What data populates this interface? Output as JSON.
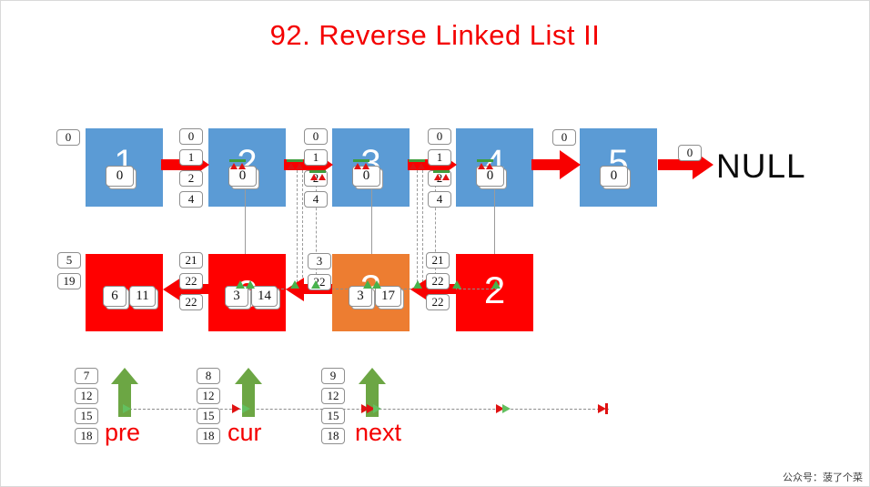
{
  "title": "92. Reverse Linked List II",
  "watermark": "公众号：菠了个菜",
  "colors": {
    "node_blue": "#5B9BD5",
    "box_red": "#FF0000",
    "box_orange": "#ED7D31",
    "arrow_red": "#F80000",
    "pointer_green": "#6CA644",
    "title_red": "#F40000"
  },
  "top_row": {
    "null_label": "NULL",
    "nodes": [
      {
        "value": "1",
        "pointer_box": "0"
      },
      {
        "value": "2",
        "pointer_box": "0"
      },
      {
        "value": "3",
        "pointer_box": "0"
      },
      {
        "value": "4",
        "pointer_box": "0"
      },
      {
        "value": "5",
        "pointer_box": "0"
      }
    ],
    "anim_stacks": [
      [
        "0"
      ],
      [
        "0",
        "1",
        "2",
        "4"
      ],
      [
        "0",
        "1",
        "2",
        "4"
      ],
      [
        "0",
        "1",
        "2",
        "4"
      ],
      [
        "0"
      ],
      [
        "0"
      ]
    ]
  },
  "middle_row": {
    "boxes": [
      {
        "value": "",
        "color": "#FF0000",
        "inner": [
          "6",
          "11"
        ]
      },
      {
        "value": "3",
        "color": "#FF0000",
        "inner": [
          "3",
          "14"
        ]
      },
      {
        "value": "3",
        "color": "#ED7D31",
        "inner": [
          "3",
          "17"
        ]
      },
      {
        "value": "2",
        "color": "#FF0000",
        "inner": []
      }
    ],
    "anim_stacks": [
      [
        "5",
        "19"
      ],
      [
        "21",
        "22",
        "22"
      ],
      [
        "3",
        "22"
      ],
      [
        "21",
        "22",
        "22"
      ]
    ]
  },
  "pointers": [
    {
      "label": "pre",
      "anim_stack": [
        "7",
        "12",
        "15",
        "18"
      ]
    },
    {
      "label": "cur",
      "anim_stack": [
        "8",
        "12",
        "15",
        "18"
      ]
    },
    {
      "label": "next",
      "anim_stack": [
        "9",
        "12",
        "15",
        "18"
      ]
    }
  ]
}
